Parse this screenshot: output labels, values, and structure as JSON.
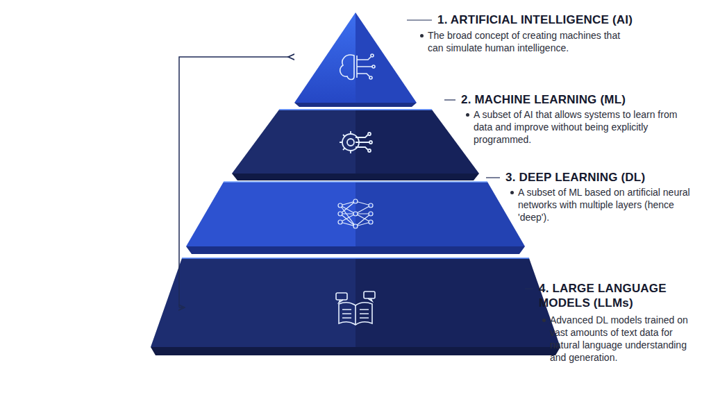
{
  "diagram": {
    "labels": [
      "1. ARTIFICIAL INTELLIGENCE (AI)",
      "The broad concept of creating machines that can simulate human intelligence.",
      "2. MACHINE LEARNING (ML)",
      "A subset of AI that allows systems to learn from data and improve without being explicitly programmed.",
      "3. DEEP LEARNING (DL)",
      "A subset of ML based on artificial neural networks with multiple layers (hence 'deep').",
      "4. LARGE LANGUAGE MODELS (LLMs)",
      "Advanced DL models trained on vast amounts of text data for natural language understanding and generation."
    ]
  }
}
